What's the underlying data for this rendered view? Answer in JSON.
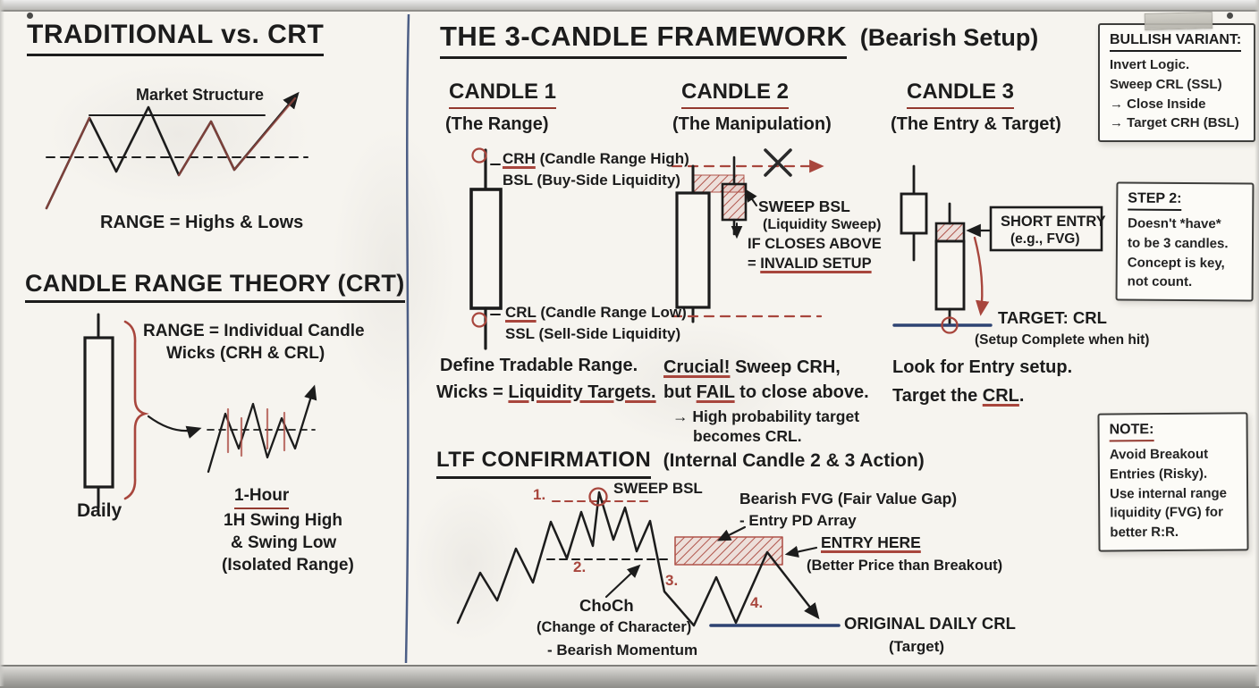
{
  "colors": {
    "ink": "#1c1c1c",
    "red": "#a8463d",
    "navy": "#2e4372"
  },
  "left": {
    "title_traditional": "TRADITIONAL vs. CRT",
    "market_structure": "Market Structure",
    "range_highs_lows": "RANGE = Highs & Lows",
    "title_crt": "CANDLE RANGE THEORY (CRT)",
    "range_line1": "RANGE = Individual Candle",
    "range_line2": "Wicks (CRH & CRL)",
    "daily": "Daily",
    "one_hour": "1-Hour",
    "swing1": "1H Swing High",
    "swing2": "& Swing Low",
    "swing3": "(Isolated Range)"
  },
  "framework": {
    "title": "THE 3-CANDLE FRAMEWORK",
    "subtitle": "(Bearish Setup)"
  },
  "candle1": {
    "heading": "CANDLE 1",
    "sub": "(The Range)",
    "crh_abbr": "CRH",
    "crh_rest": " (Candle Range High)",
    "bsl": "BSL (Buy-Side Liquidity)",
    "crl_abbr": "CRL",
    "crl_rest": " (Candle Range Low)",
    "ssl": "SSL (Sell-Side Liquidity)",
    "note1": "Define Tradable Range.",
    "note2a": "Wicks = ",
    "note2b": "Liquidity Targets."
  },
  "candle2": {
    "heading": "CANDLE 2",
    "sub": "(The Manipulation)",
    "sweep1": "SWEEP BSL",
    "sweep2": "(Liquidity Sweep)",
    "if1": "IF CLOSES ABOVE",
    "if2a": "= ",
    "if2b": "INVALID SETUP",
    "note1a": "Crucial!",
    "note1b": " Sweep CRH,",
    "note2a": "but ",
    "note2b": "FAIL",
    "note2c": " to close above.",
    "note3": "→ High probability target",
    "note4": "becomes CRL."
  },
  "candle3": {
    "heading": "CANDLE 3",
    "sub": "(The Entry & Target)",
    "entry1": "SHORT ENTRY",
    "entry2": "(e.g., FVG)",
    "target": "TARGET: CRL",
    "target_sub": "(Setup Complete when hit)",
    "note1": "Look for Entry setup.",
    "note2a": "Target the ",
    "note2b": "CRL",
    "note2c": "."
  },
  "ltf": {
    "title": "LTF CONFIRMATION",
    "subtitle": "(Internal Candle 2 & 3 Action)",
    "sweep": "SWEEP BSL",
    "fvg1": "Bearish FVG (Fair Value Gap)",
    "fvg2": "- Entry PD Array",
    "entry1": "ENTRY HERE",
    "entry2": "(Better Price than Breakout)",
    "choch1": "ChoCh",
    "choch2": "(Change of Character)",
    "choch3": "- Bearish Momentum",
    "target1": "ORIGINAL DAILY CRL",
    "target2": "(Target)",
    "n1": "1.",
    "n2": "2.",
    "n3": "3.",
    "n4": "4."
  },
  "notes": {
    "bullish": {
      "title": "BULLISH VARIANT:",
      "l1": "Invert Logic.",
      "l2": "Sweep CRL (SSL)",
      "l3": "→ Close Inside",
      "l4": "→ Target CRH (BSL)"
    },
    "step2": {
      "title": "STEP 2:",
      "l1": "Doesn't *have*",
      "l2": "to be 3 candles.",
      "l3": "Concept is key,",
      "l4": "not count."
    },
    "note": {
      "title": "NOTE:",
      "l1": "Avoid Breakout",
      "l2": "Entries (Risky).",
      "l3": "Use internal range",
      "l4": "liquidity (FVG) for",
      "l5": "better R:R."
    }
  }
}
